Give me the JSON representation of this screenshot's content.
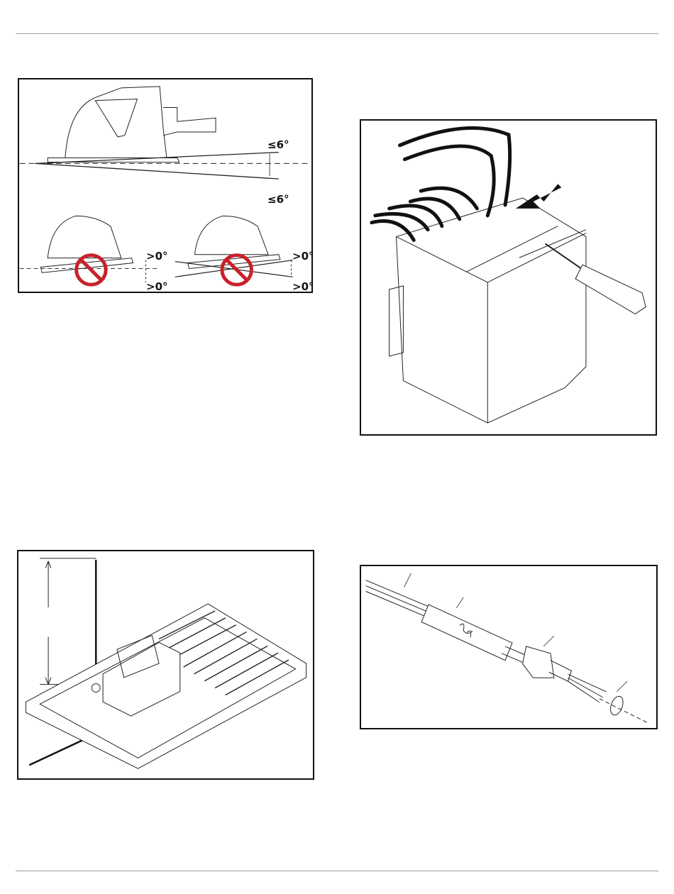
{
  "figures": {
    "leveling": {
      "upper_tolerance": "≤6°",
      "lower_tolerance": "≤6°",
      "left_wrong": {
        "upper": ">0°",
        "lower": ">0°"
      },
      "right_wrong": {
        "upper": ">0°",
        "lower": ">0°"
      },
      "prohibited_color": "#c8202a"
    }
  }
}
